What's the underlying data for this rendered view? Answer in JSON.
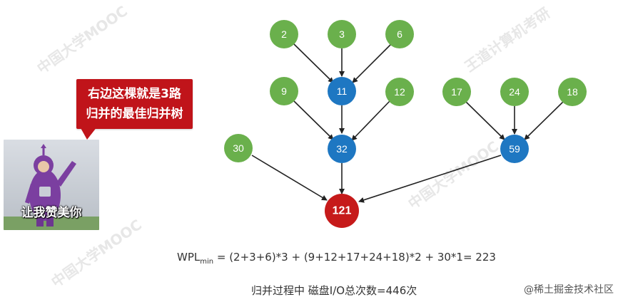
{
  "tree": {
    "leaves_left": [
      "2",
      "3",
      "6",
      "9",
      "12",
      "30"
    ],
    "leaves_right": [
      "17",
      "24",
      "18"
    ],
    "internal": [
      "11",
      "32",
      "59"
    ],
    "root": "121"
  },
  "colors": {
    "leaf": "#6ab04c",
    "internal": "#1e77c2",
    "root": "#c61a1a",
    "edge": "#222222"
  },
  "bubble": {
    "line1": "右边这棵就是3路",
    "line2": "归并的最佳归并树"
  },
  "meme": {
    "caption": "让我赞美你"
  },
  "formula": {
    "base": "WPL",
    "sub": "min",
    "expr": " = (2+3+6)*3 + (9+12+17+24+18)*2 + 30*1= 223"
  },
  "io_text": "归并过程中 磁盘I/O总次数=446次",
  "credit": "@稀土掘金技术社区",
  "watermarks": [
    "中国大学MOOC",
    "王道计算机考研"
  ]
}
